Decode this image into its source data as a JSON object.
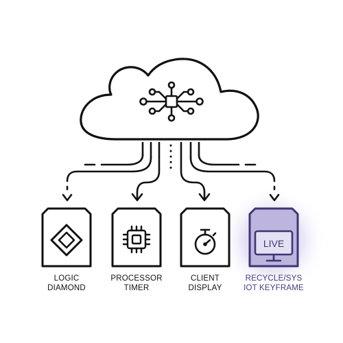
{
  "colors": {
    "ink": "#111111",
    "highlight_ink": "#3f3475",
    "highlight_fill": "#bdb5de",
    "highlight_glow": "#d6d0ec"
  },
  "cloud": {
    "icon": "circuit-processor-icon"
  },
  "nodes": [
    {
      "icon": "diamond-icon",
      "label_line1": "LOGIC",
      "label_line2": "DIAMOND",
      "highlighted": false
    },
    {
      "icon": "processor-chip-icon",
      "label_line1": "PROCESSOR",
      "label_line2": "TIMER",
      "highlighted": false
    },
    {
      "icon": "stopwatch-icon",
      "label_line1": "CLIENT",
      "label_line2": "DISPLAY",
      "highlighted": false
    },
    {
      "icon": "live-monitor-icon",
      "label_line1": "RECYCLE/SYS",
      "label_line2": "IOT KEYFRAME",
      "highlighted": true,
      "screen_text": "LIVE"
    }
  ]
}
